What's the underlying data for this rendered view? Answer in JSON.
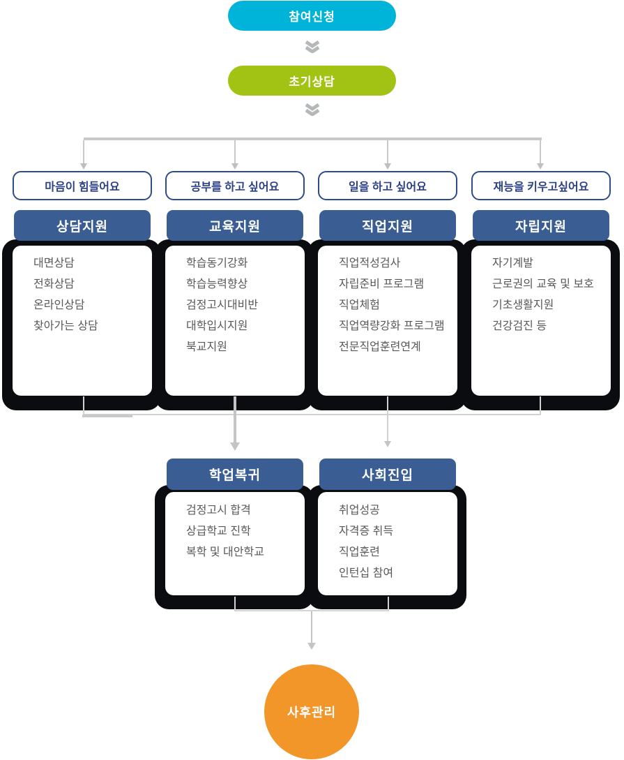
{
  "flow": {
    "apply_label": "참여신청",
    "intake_label": "초기상담"
  },
  "columns": [
    {
      "need": "마음이 힘들어요",
      "title": "상담지원",
      "items": [
        "대면상담",
        "전화상담",
        "온라인상담",
        "찾아가는 상담"
      ]
    },
    {
      "need": "공부를 하고 싶어요",
      "title": "교육지원",
      "items": [
        "학습동기강화",
        "학습능력향상",
        "검정고시대비반",
        "대학입시지원",
        "북교지원"
      ]
    },
    {
      "need": "일을 하고 싶어요",
      "title": "직업지원",
      "items": [
        "직업적성검사",
        "자립준비 프로그램",
        "직업체험",
        "직업역량강화 프로그램",
        "전문직업훈련연계"
      ]
    },
    {
      "need": "재능을 키우고싶어요",
      "title": "자립지원",
      "items": [
        "자기계발",
        "근로권의 교육 및 보호",
        "기초생활지원",
        "건강검진 등"
      ]
    }
  ],
  "outcomes": [
    {
      "title": "학업복귀",
      "items": [
        "검정고시 합격",
        "상급학교 진학",
        "복학 및 대안학교"
      ]
    },
    {
      "title": "사회진입",
      "items": [
        "취업성공",
        "자격증 취득",
        "직업훈련",
        "인턴십 참여"
      ]
    }
  ],
  "final": {
    "label": "사후관리"
  },
  "icons": {
    "step_separator": "chevron-double-down-icon",
    "branch": "arrow-down-icon"
  },
  "colors": {
    "apply_pill": "#00b3d8",
    "intake_pill": "#a2c313",
    "section_header": "#3a5e94",
    "need_outline": "#2d4a8c",
    "need_text": "#2b4087",
    "card_shadow": "#0a0c10",
    "connector_gray": "#c9c9c9",
    "item_text": "#585858",
    "final_circle": "#f2962a"
  }
}
